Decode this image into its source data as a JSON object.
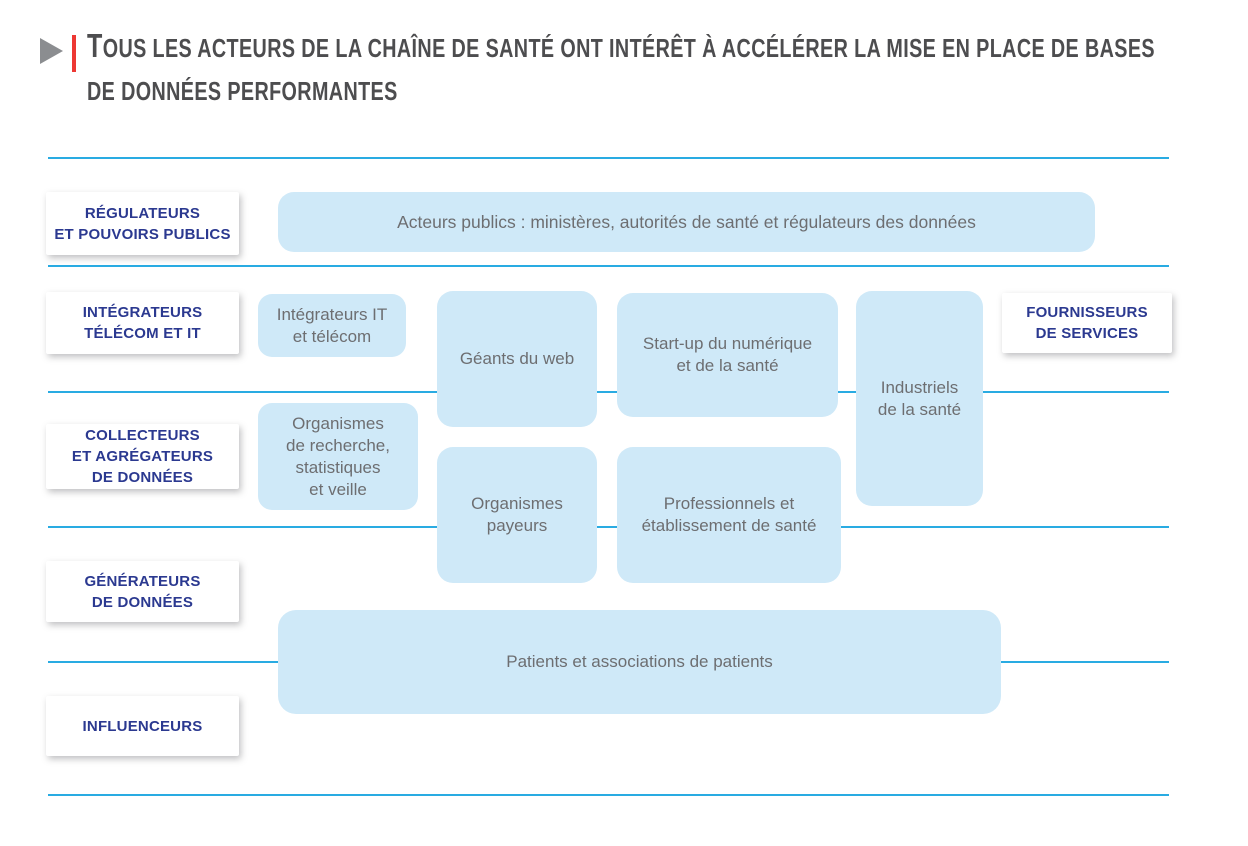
{
  "title": {
    "text": "Tous les acteurs de la chaîne de santé ont intérêt à accélérer la mise en place de bases\nde données performantes"
  },
  "colors": {
    "divider_line": "#29abe2",
    "node_fill": "#cfe9f8",
    "label_text": "#2b3990",
    "node_text": "#6d6e71",
    "title_text": "#4d4d4f",
    "accent_red": "#ed3833",
    "triangle_gray": "#8b8d90"
  },
  "row_labels": [
    {
      "id": "regulateurs",
      "text": "RÉGULATEURS\nET POUVOIRS PUBLICS"
    },
    {
      "id": "integrateurs",
      "text": "INTÉGRATEURS\nTÉLÉCOM ET IT"
    },
    {
      "id": "collecteurs",
      "text": "COLLECTEURS\nET AGRÉGATEURS\nDE DONNÉES"
    },
    {
      "id": "generateurs",
      "text": "GÉNÉRATEURS\nDE DONNÉES"
    },
    {
      "id": "influenceurs",
      "text": "INFLUENCEURS"
    },
    {
      "id": "fournisseurs",
      "text": "FOURNISSEURS\nDE SERVICES"
    }
  ],
  "nodes": [
    {
      "id": "acteurs-publics",
      "text": "Acteurs publics : ministères, autorités de santé et régulateurs des données"
    },
    {
      "id": "integrateurs-it",
      "text": "Intégrateurs IT\net télécom"
    },
    {
      "id": "geants-web",
      "text": "Géants du web"
    },
    {
      "id": "startup",
      "text": "Start-up du numérique\net de la santé"
    },
    {
      "id": "industriels",
      "text": "Industriels\nde la santé"
    },
    {
      "id": "organismes-recherche",
      "text": "Organismes\nde recherche,\nstatistiques\net veille"
    },
    {
      "id": "organismes-payeurs",
      "text": "Organismes\npayeurs"
    },
    {
      "id": "professionnels",
      "text": "Professionnels et\nétablissement de santé"
    },
    {
      "id": "patients",
      "text": "Patients et associations de patients"
    }
  ]
}
